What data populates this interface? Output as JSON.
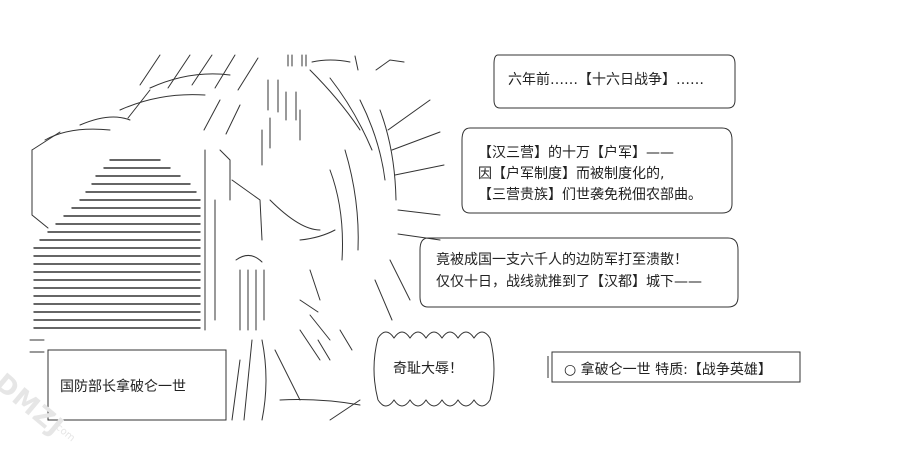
{
  "bubbles": [
    {
      "lines": [
        "六年前……【十六日战争】……"
      ]
    },
    {
      "lines": [
        "【汉三营】的十万【户军】——",
        "因【户军制度】而被制度化的,",
        "【三营贵族】们世袭免税佃农部曲。"
      ]
    },
    {
      "lines": [
        "竟被成国一支六千人的边防军打至溃散！",
        "仅仅十日，战线就推到了【汉都】城下——"
      ]
    }
  ],
  "character_name": "国防部长拿破仑一世",
  "shout": "奇耻大辱！",
  "trait_box": "○ 拿破仑一世 特质:【战争英雄】",
  "watermark": {
    "main": "DMZJ",
    "sub": ".com"
  },
  "colors": {
    "ink": "#222222",
    "watermark": "#e6e6e6"
  }
}
